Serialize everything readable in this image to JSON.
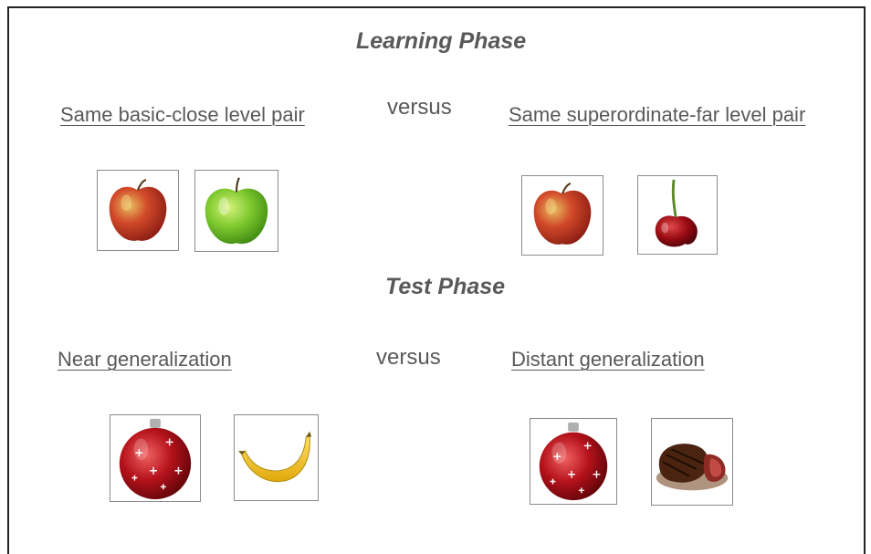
{
  "learning_phase": {
    "title": "Learning Phase",
    "left_label": "Same basic-close level pair",
    "versus": "versus",
    "right_label": "Same superordinate-far level pair",
    "left_pair": [
      "red-apple-icon",
      "green-apple-icon"
    ],
    "right_pair": [
      "red-apple-icon",
      "cherry-icon"
    ]
  },
  "test_phase": {
    "title": "Test Phase",
    "left_label": "Near generalization",
    "versus": "versus",
    "right_label": "Distant generalization",
    "left_pair": [
      "christmas-ornament-icon",
      "banana-icon"
    ],
    "right_pair": [
      "christmas-ornament-icon",
      "steak-icon"
    ]
  }
}
